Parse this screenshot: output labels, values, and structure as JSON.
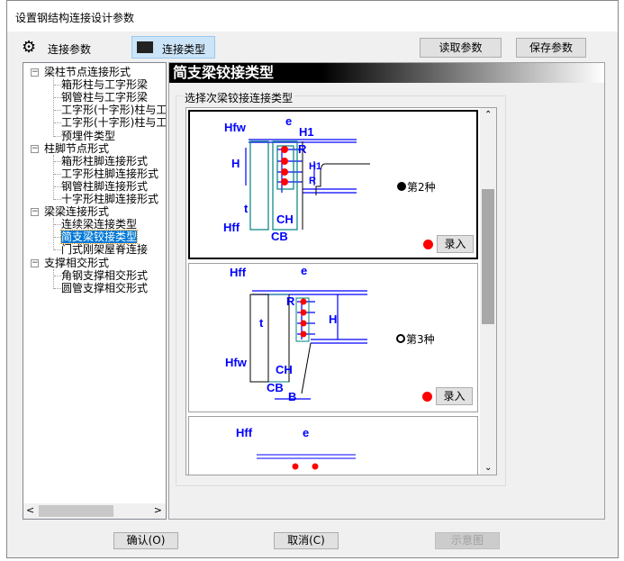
{
  "window": {
    "title": "设置钢结构连接设计参数"
  },
  "toolbar": {
    "tab_params": "连接参数",
    "tab_types": "连接类型",
    "read_button": "读取参数",
    "save_button": "保存参数"
  },
  "tree": {
    "groups": [
      {
        "label": "梁柱节点连接形式",
        "children": [
          "箱形柱与工字形梁",
          "钢管柱与工字形梁",
          "工字形(十字形)柱与工",
          "工字形(十字形)柱与工",
          "预埋件类型"
        ]
      },
      {
        "label": "柱脚节点形式",
        "children": [
          "箱形柱脚连接形式",
          "工字形柱脚连接形式",
          "钢管柱脚连接形式",
          "十字形柱脚连接形式"
        ]
      },
      {
        "label": "梁梁连接形式",
        "children": [
          "连续梁连接类型",
          "简支梁铰接类型",
          "门式刚架屋脊连接"
        ]
      },
      {
        "label": "支撑相交形式",
        "children": [
          "角钢支撑相交形式",
          "圆管支撑相交形式"
        ]
      }
    ],
    "selected": "简支梁铰接类型"
  },
  "panel": {
    "title": "简支梁铰接类型",
    "group_label": "选择次梁铰接连接类型"
  },
  "items": [
    {
      "option": "第2种",
      "selected": true,
      "enter_button": "录入",
      "labels": {
        "a": "Hfw",
        "b": "e",
        "c": "H1",
        "d": "R",
        "e": "H",
        "f": "H1",
        "g": "R",
        "h": "t",
        "i": "Hff",
        "j": "CH",
        "k": "CB"
      }
    },
    {
      "option": "第3种",
      "selected": false,
      "enter_button": "录入",
      "labels": {
        "a": "Hff",
        "b": "e",
        "c": "R",
        "d": "H",
        "e": "t",
        "f": "Hfw",
        "g": "CH",
        "h": "CB",
        "i": "B"
      }
    },
    {
      "labels": {
        "a": "Hff",
        "b": "e"
      }
    }
  ],
  "footer": {
    "ok_button": "确认(O)",
    "cancel_button": "取消(C)",
    "diagram_button": "示意图"
  },
  "colors": {
    "accent": "#0000ff",
    "dot": "#ff0000",
    "teal": "#008080"
  }
}
